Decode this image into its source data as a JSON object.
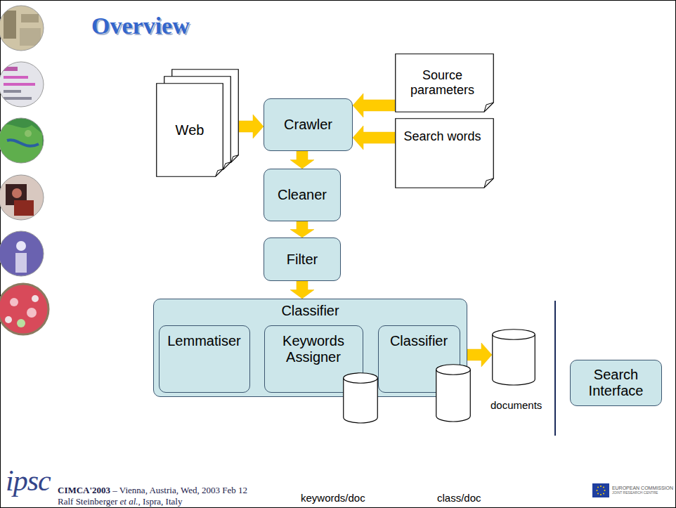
{
  "diagram": {
    "title": "Overview",
    "nodes": [
      {
        "text": [
          "Web"
        ]
      },
      {
        "text": [
          "Crawler"
        ]
      },
      {
        "text": [
          "Source parameters"
        ]
      },
      {
        "text": [
          "Search words"
        ]
      },
      {
        "text": [
          "Cleaner"
        ]
      },
      {
        "text": [
          "Filter"
        ]
      },
      {
        "text": [
          "Classifier"
        ]
      },
      {
        "text": [
          "Lemmatiser"
        ],
        "in": 6
      },
      {
        "text": [
          "Keywords Assigner"
        ],
        "in": 6
      },
      {
        "text": [
          "Classifier"
        ],
        "in": 6
      },
      {
        "text": [
          "keywords/doc"
        ]
      },
      {
        "text": [
          "class/doc"
        ]
      },
      {
        "text": [
          "documents"
        ]
      },
      {
        "text": [
          "Search Interface"
        ]
      }
    ],
    "edges": [
      {
        "from": 0,
        "to": 1,
        "arrow": "to"
      },
      {
        "from": 2,
        "to": 1,
        "arrow": "to"
      },
      {
        "from": 3,
        "to": 1,
        "arrow": "to"
      },
      {
        "from": 1,
        "to": 4,
        "arrow": "to"
      },
      {
        "from": 4,
        "to": 5,
        "arrow": "to"
      },
      {
        "from": 5,
        "to": 6,
        "arrow": "to"
      },
      {
        "from": 7,
        "to": 8,
        "arrow": "to"
      },
      {
        "from": 8,
        "to": 9,
        "arrow": "to"
      },
      {
        "from": 9,
        "to": 12,
        "arrow": "to"
      }
    ],
    "labels": [
      "ipsc",
      "CIMCA'2003",
      "– Vienna, Austria, Wed, 2003 Feb 12",
      "Ralf Steinberger",
      "et al.",
      ", Ispra, Italy",
      "EUROPEAN COMMISSION",
      "JOINT RESEARCH CENTRE"
    ]
  }
}
